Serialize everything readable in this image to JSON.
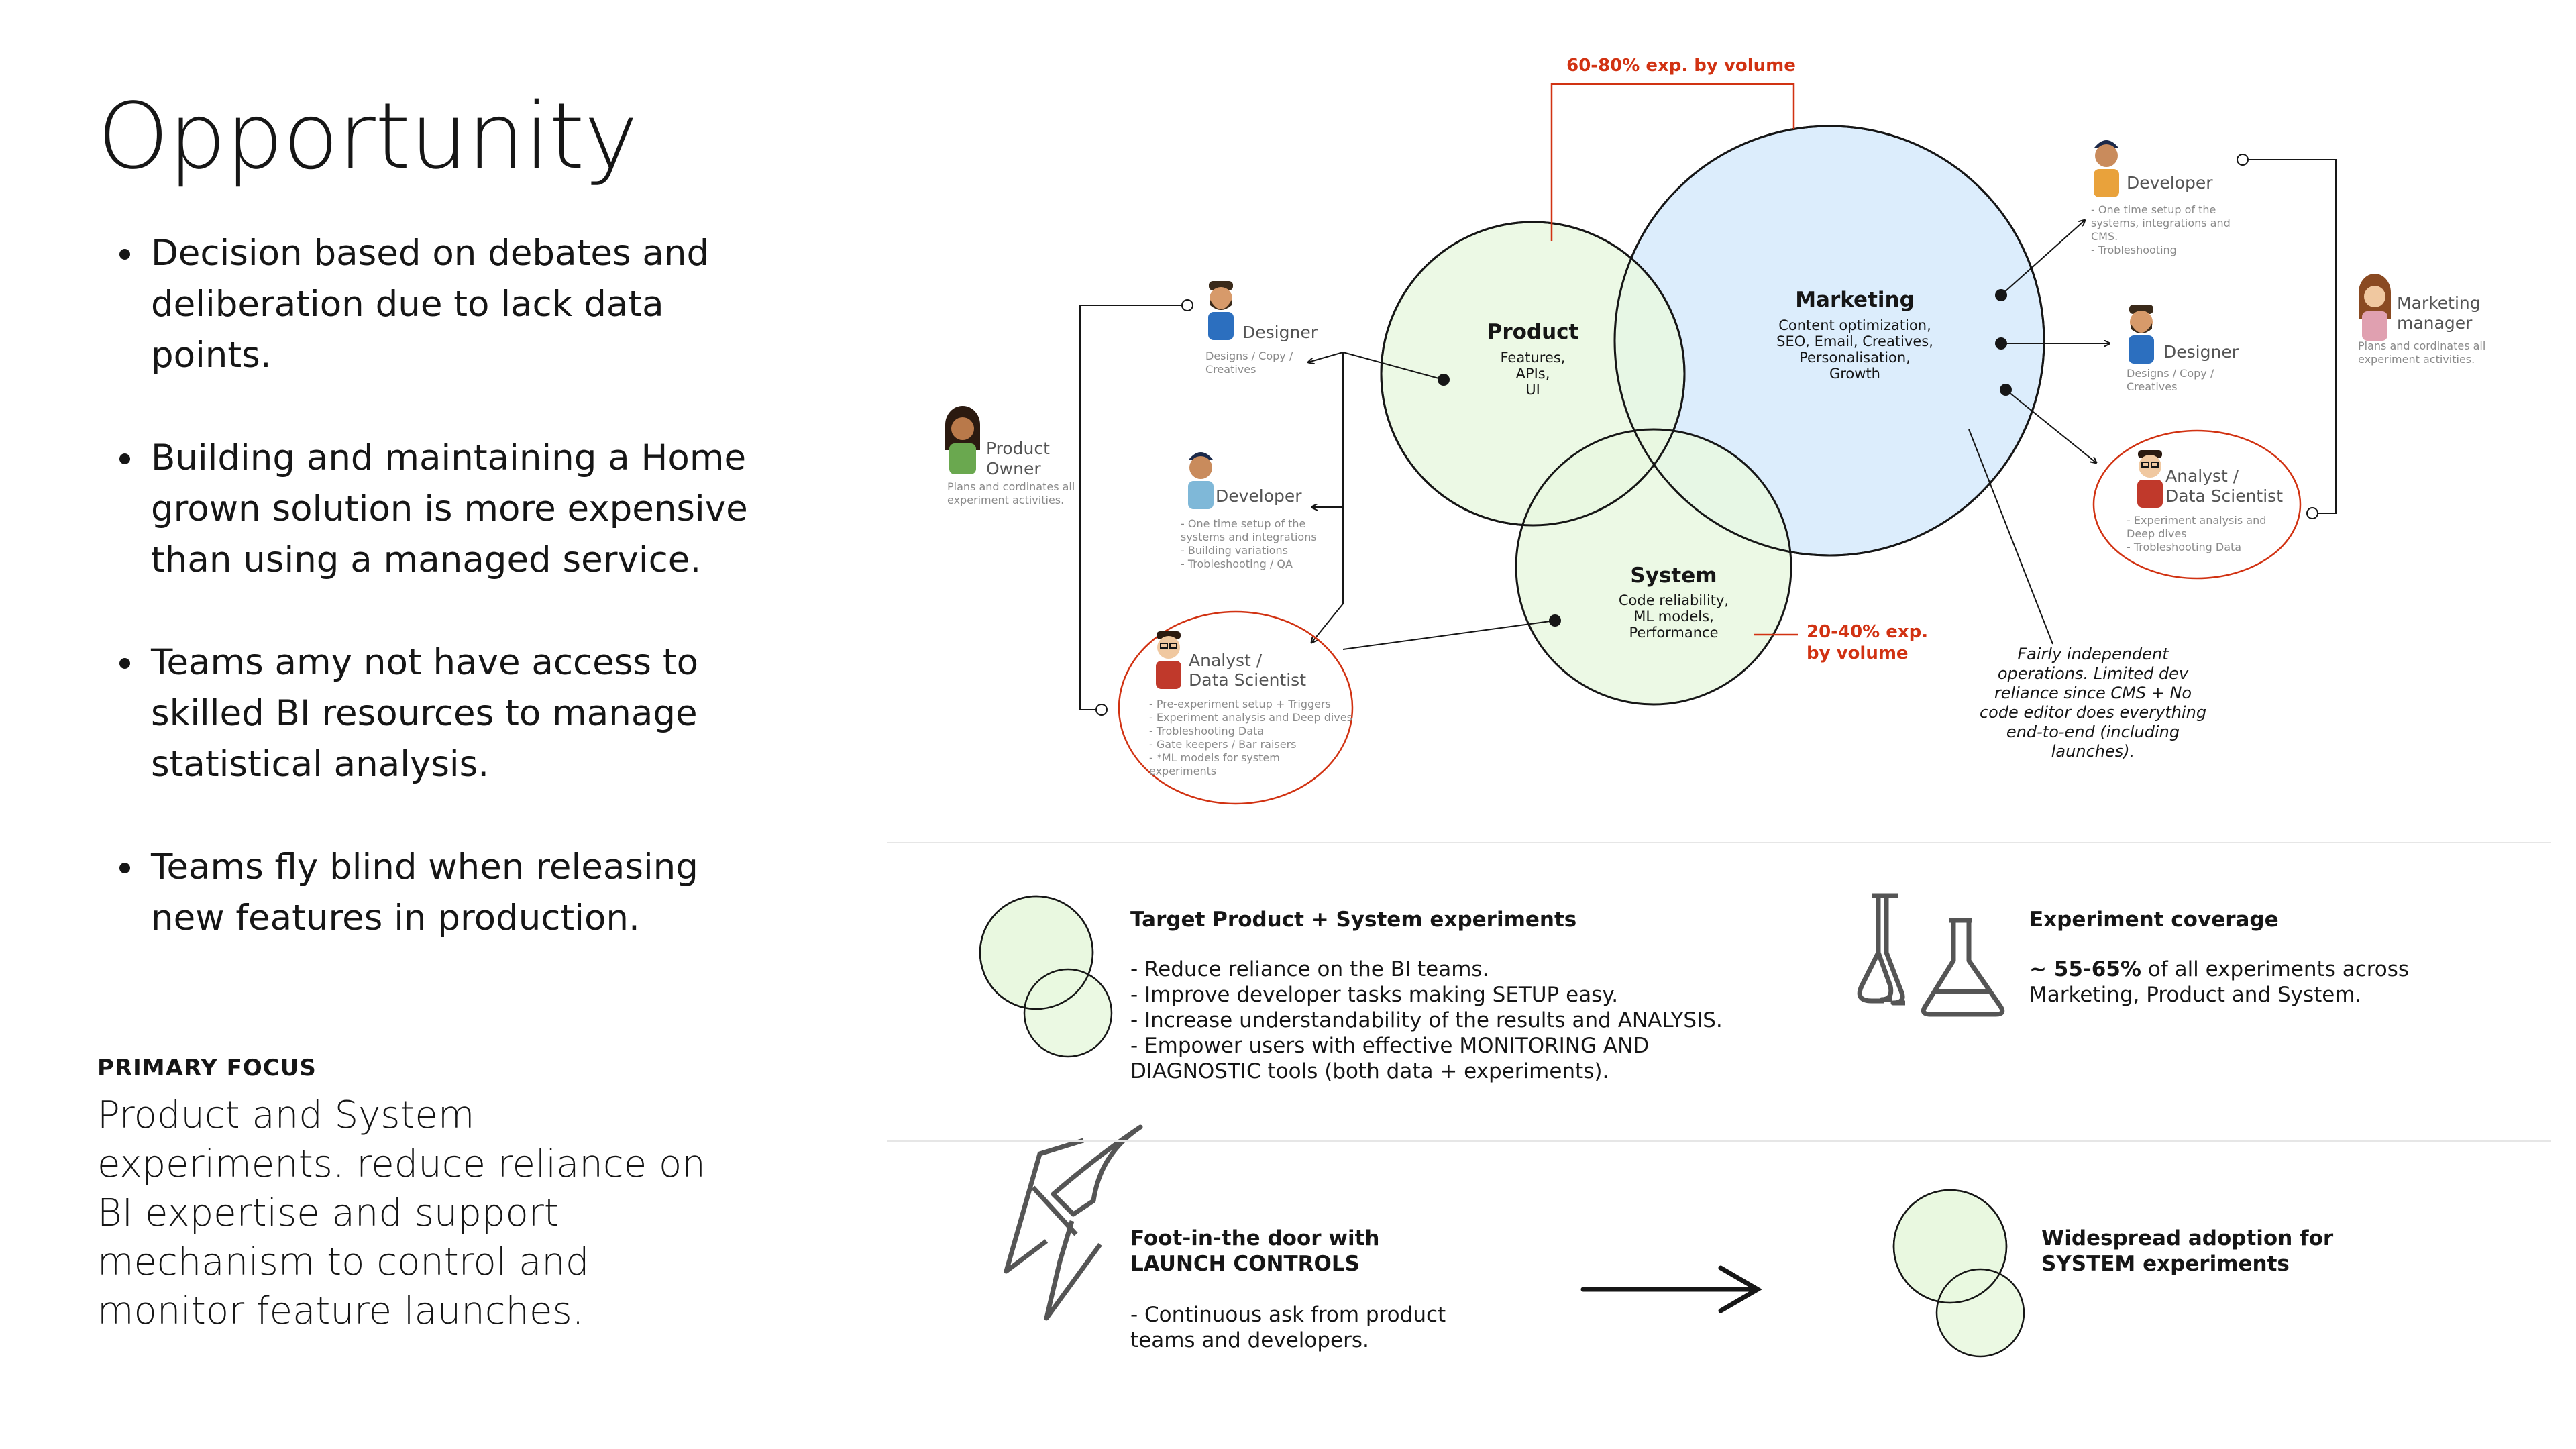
{
  "slide": {
    "title": "Opportunity",
    "bullets": [
      "Decision based on debates and deliberation due to lack data points.",
      "Building and maintaining a Home grown solution is more expensive than using a managed service.",
      "Teams amy not have access to skilled BI resources to manage statistical analysis.",
      "Teams fly blind when releasing new features in production."
    ],
    "primary_focus_label": "PRIMARY FOCUS",
    "primary_focus_text": "Product and System experiments. reduce reliance on BI expertise and support mechanism to control and monitor feature launches."
  },
  "colors": {
    "green_fill": "#e9f8e0",
    "blue_fill": "#dcedfc",
    "red_accent": "#d13212",
    "ink": "#161616",
    "muted": "#8a8a8a"
  },
  "venn": {
    "volume_top": "60-80% exp. by volume",
    "volume_side_1": "20-40% exp.",
    "volume_side_2": "by volume",
    "product": {
      "title": "Product",
      "lines": [
        "Features,",
        "APIs,",
        "UI"
      ]
    },
    "marketing": {
      "title": "Marketing",
      "lines": [
        "Content optimization,",
        "SEO, Email, Creatives,",
        "Personalisation,",
        "Growth"
      ]
    },
    "system": {
      "title": "System",
      "lines": [
        "Code reliability,",
        "ML models,",
        "Performance"
      ]
    },
    "note_lines": [
      "Fairly independent",
      "operations. Limited dev",
      "reliance since CMS + No",
      "code editor does everything",
      "end-to-end (including",
      "launches)."
    ]
  },
  "left_roles": {
    "product_owner": {
      "name_1": "Product",
      "name_2": "Owner",
      "desc": [
        "Plans and cordinates all",
        "experiment activities."
      ]
    },
    "designer": {
      "name": "Designer",
      "desc": [
        "Designs / Copy /",
        "Creatives"
      ]
    },
    "developer": {
      "name": "Developer",
      "desc": [
        "- One time setup of    the",
        "systems and integrations",
        "- Building variations",
        "- Trobleshooting / QA"
      ]
    },
    "analyst": {
      "name_1": "Analyst /",
      "name_2": "Data Scientist",
      "desc": [
        "- Pre-experiment setup + Triggers",
        "- Experiment analysis and Deep dives",
        "- Trobleshooting Data",
        "- Gate keepers / Bar raisers",
        "- *ML models for system",
        "  experiments"
      ]
    }
  },
  "right_roles": {
    "developer": {
      "name": "Developer",
      "desc": [
        "- One time setup of    the",
        "systems, integrations and",
        "CMS.",
        "- Trobleshooting"
      ]
    },
    "designer": {
      "name": "Designer",
      "desc": [
        "Designs / Copy /",
        "Creatives"
      ]
    },
    "analyst": {
      "name_1": "Analyst /",
      "name_2": "Data Scientist",
      "desc": [
        "- Experiment analysis and",
        "Deep dives",
        "- Trobleshooting Data"
      ]
    },
    "marketing_manager": {
      "name_1": "Marketing",
      "name_2": "manager",
      "desc": [
        "Plans and cordinates all",
        "experiment activities."
      ]
    }
  },
  "target": {
    "heading": "Target Product + System experiments",
    "lines": [
      "- Reduce reliance on the BI teams.",
      "- Improve developer tasks making SETUP easy.",
      "- Increase understandability of the results and ANALYSIS.",
      "- Empower users with effective MONITORING AND",
      "DIAGNOSTIC tools (both data + experiments)."
    ]
  },
  "coverage": {
    "heading": "Experiment coverage",
    "bold": "~ 55-65%",
    "rest": " of all experiments across",
    "line2": "Marketing, Product and System."
  },
  "foot": {
    "heading_1": "Foot-in-the door with",
    "heading_2": "LAUNCH CONTROLS",
    "lines": [
      "- Continuous ask from product",
      "teams and developers."
    ]
  },
  "adoption": {
    "heading_1": "Widespread adoption for",
    "heading_2": "SYSTEM experiments"
  },
  "icons": {
    "venn_small": "venn-icon",
    "beakers": "beakers-icon",
    "rocket": "rocket-icon",
    "arrow": "arrow-right-icon"
  }
}
